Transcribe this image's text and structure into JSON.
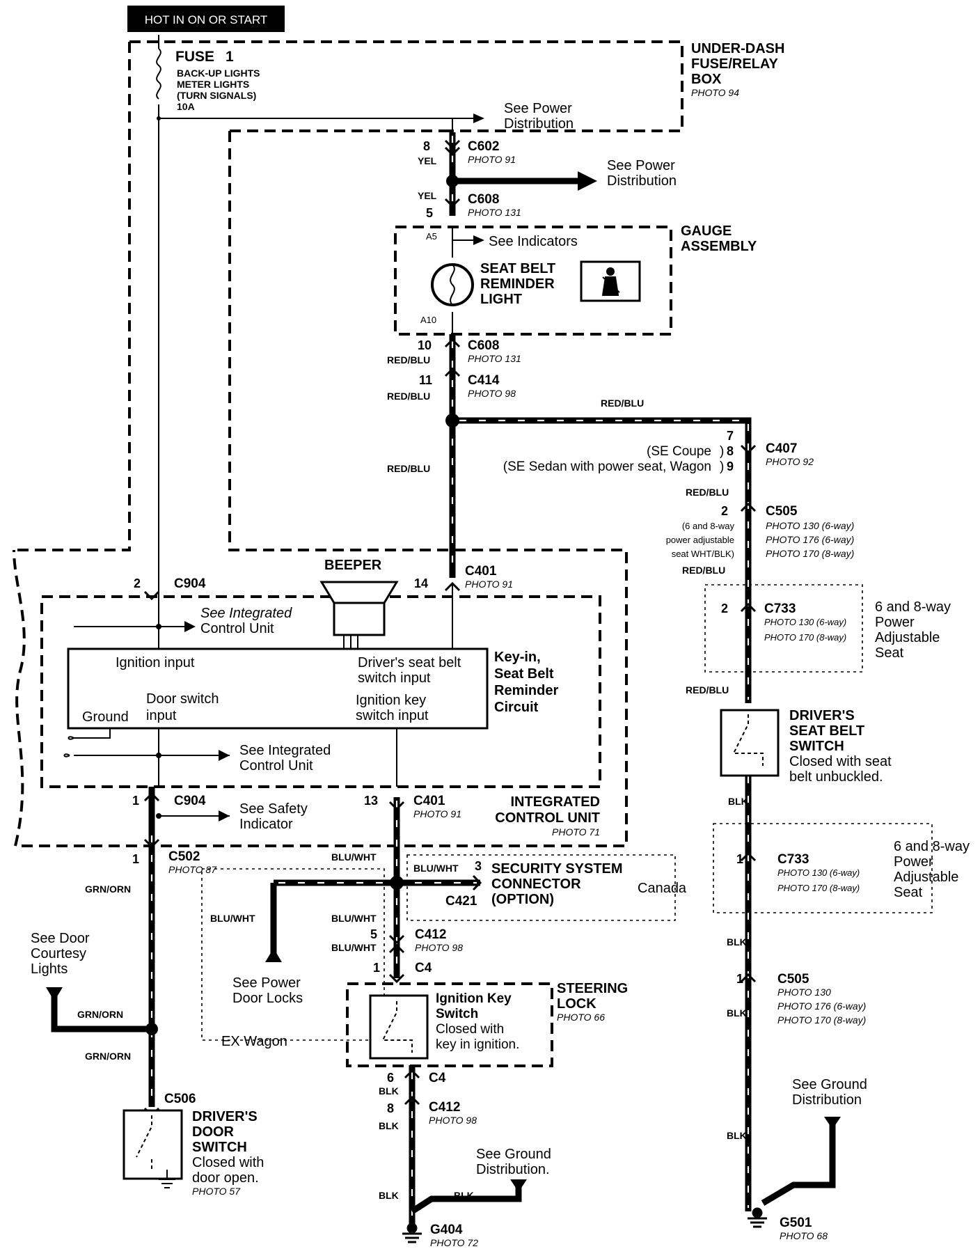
{
  "title": {
    "text": "HOT IN ON OR START"
  },
  "fuse": {
    "label": "FUSE",
    "number": "1",
    "line1": "BACK-UP LIGHTS",
    "line2": "METER LIGHTS",
    "line3": "(TURN SIGNALS)",
    "rating": "10A"
  },
  "fuse_box": {
    "line1": "UNDER-DASH",
    "line2": "FUSE/RELAY",
    "line3": "BOX",
    "photo": "PHOTO 94"
  },
  "refs": {
    "power1_l1": "See Power",
    "power1_l2": "Distribution",
    "power2_l1": "See Power",
    "power2_l2": "Distribution",
    "indicators": "See Indicators",
    "icu1_l1": "See  Integrated",
    "icu1_l2": "Control Unit",
    "icu2_l1": "See  Integrated",
    "icu2_l2": "Control Unit",
    "safety_l1": "See  Safety",
    "safety_l2": "Indicator",
    "courtesy_l1": "See Door",
    "courtesy_l2": "Courtesy",
    "courtesy_l3": "Lights",
    "locks_l1": "See Power",
    "locks_l2": "Door Locks",
    "ground1_l1": "See Ground",
    "ground1_l2": "Distribution.",
    "ground2_l1": "See Ground",
    "ground2_l2": "Distribution"
  },
  "gauge": {
    "line1": "GAUGE",
    "line2": "ASSEMBLY",
    "pin_top": "A5",
    "pin_bottom": "A10",
    "light_l1": "SEAT BELT",
    "light_l2": "REMINDER",
    "light_l3": "LIGHT"
  },
  "connectors": {
    "c602": {
      "name": "C602",
      "photo": "PHOTO 91",
      "pin": "8",
      "wire": "YEL"
    },
    "c608a": {
      "name": "C608",
      "photo": "PHOTO 131",
      "pin": "5",
      "wire": "YEL"
    },
    "c608b": {
      "name": "C608",
      "photo": "PHOTO 131",
      "pin": "10",
      "wire": "RED/BLU"
    },
    "c414": {
      "name": "C414",
      "photo": "PHOTO 98",
      "pin": "11",
      "wire": "RED/BLU"
    },
    "c401a": {
      "name": "C401",
      "photo": "PHOTO 91",
      "pin": "14"
    },
    "c401b": {
      "name": "C401",
      "photo": "PHOTO 91",
      "pin": "13"
    },
    "c904a": {
      "name": "C904",
      "pin": "2"
    },
    "c904b": {
      "name": "C904",
      "pin": "1"
    },
    "c502": {
      "name": "C502",
      "photo": "PHOTO 87",
      "pin": "1"
    },
    "c506": {
      "name": "C506"
    },
    "c421": {
      "name": "C421",
      "pin": "3"
    },
    "c412a": {
      "name": "C412",
      "photo": "PHOTO 98",
      "pin": "5"
    },
    "c4a": {
      "name": "C4",
      "pin": "1"
    },
    "c4b": {
      "name": "C4",
      "pin": "6"
    },
    "c412b": {
      "name": "C412",
      "photo": "PHOTO 98",
      "pin": "8"
    },
    "g404": {
      "name": "G404",
      "photo": "PHOTO 72"
    },
    "c407": {
      "name": "C407",
      "photo": "PHOTO 92",
      "pin_a": "7",
      "pin_b": "8",
      "pin_c": "9",
      "note_b": "(SE Coupe",
      "note_c": "(SE Sedan with power seat, Wagon"
    },
    "c505a": {
      "name": "C505",
      "pin": "2",
      "photo1": "PHOTO 130 (6-way)",
      "photo2": "PHOTO 176 (6-way)",
      "photo3": "PHOTO 170 (8-way)",
      "note1": "(6 and 8-way",
      "note2": "power adjustable",
      "note3": "seat WHT/BLK)"
    },
    "c733a": {
      "name": "C733",
      "pin": "2",
      "photo1": "PHOTO 130 (6-way)",
      "photo2": "PHOTO 170 (8-way)"
    },
    "c733b": {
      "name": "C733",
      "pin": "1",
      "photo1": "PHOTO 130 (6-way)",
      "photo2": "PHOTO 170 (8-way)"
    },
    "c505b": {
      "name": "C505",
      "pin": "1",
      "photo1": "PHOTO 130",
      "photo2": "PHOTO 176 (6-way)",
      "photo3": "PHOTO 170 (8-way)"
    },
    "g501": {
      "name": "G501",
      "photo": "PHOTO 68"
    }
  },
  "seat_note": {
    "line1": "6 and 8-way",
    "line2": "Power",
    "line3": "Adjustable",
    "line4": "Seat"
  },
  "beeper": {
    "label": "BEEPER"
  },
  "circuit": {
    "ign_input": "Ignition input",
    "seatbelt_l1": "Driver's seat belt",
    "seatbelt_l2": "switch input",
    "door_l1": "Door switch",
    "door_l2": "input",
    "ground": "Ground",
    "key_l1": "Ignition key",
    "key_l2": "switch input",
    "name_l1": "Key-in,",
    "name_l2": "Seat Belt",
    "name_l3": "Reminder",
    "name_l4": "Circuit"
  },
  "icu": {
    "line1": "INTEGRATED",
    "line2": "CONTROL UNIT",
    "photo": "PHOTO 71"
  },
  "wires": {
    "red_blu": "RED/BLU",
    "blu_wht": "BLU/WHT",
    "grn_orn": "GRN/ORN",
    "blk": "BLK",
    "yel": "YEL"
  },
  "security": {
    "line1": "SECURITY SYSTEM",
    "line2": "CONNECTOR",
    "line3": "(OPTION)",
    "region": "Canada"
  },
  "ex_wagon": {
    "label": "EX Wagon"
  },
  "steering": {
    "line1": "STEERING",
    "line2": "LOCK",
    "photo": "PHOTO 66"
  },
  "ign_switch": {
    "line1": "Ignition Key",
    "line2": "Switch",
    "line3": "Closed with",
    "line4": "key in ignition."
  },
  "door_switch": {
    "line1": "DRIVER'S",
    "line2": "DOOR",
    "line3": "SWITCH",
    "line4": "Closed with",
    "line5": "door open.",
    "photo": "PHOTO 57"
  },
  "belt_switch": {
    "line1": "DRIVER'S",
    "line2": "SEAT BELT",
    "line3": "SWITCH",
    "line4": "Closed with  seat",
    "line5": "belt  unbuckled."
  }
}
